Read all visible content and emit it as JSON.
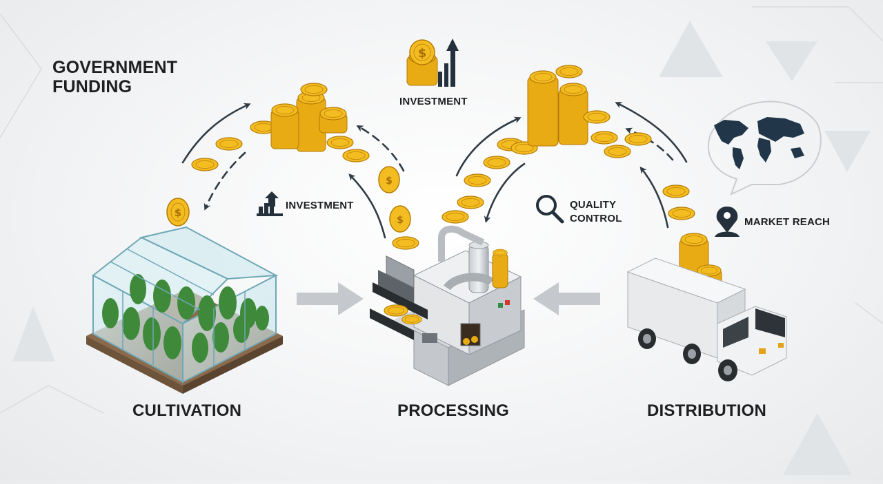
{
  "title": "GOVERNMENT\nFUNDING",
  "stages": {
    "cultivation": "CULTIVATION",
    "processing": "PROCESSING",
    "distribution": "DISTRIBUTION"
  },
  "annotations": {
    "investment_top": "INVESTMENT",
    "investment_left": "INVESTMENT",
    "quality_control": "QUALITY\nCONTROL",
    "market_reach": "MARKET REACH"
  },
  "icons": [
    "dollar-coin-icon",
    "growth-bars-icon",
    "investment-arrow-icon",
    "magnifier-icon",
    "world-map-icon",
    "location-pin-icon",
    "greenhouse-icon",
    "processing-machine-icon",
    "delivery-truck-icon"
  ],
  "colors": {
    "coin_gold": "#f1b81f",
    "coin_dark": "#c98a0a",
    "arrow_dark": "#2f3b45",
    "block_arrow_gray": "#b9bcc0",
    "map_navy": "#213649"
  }
}
